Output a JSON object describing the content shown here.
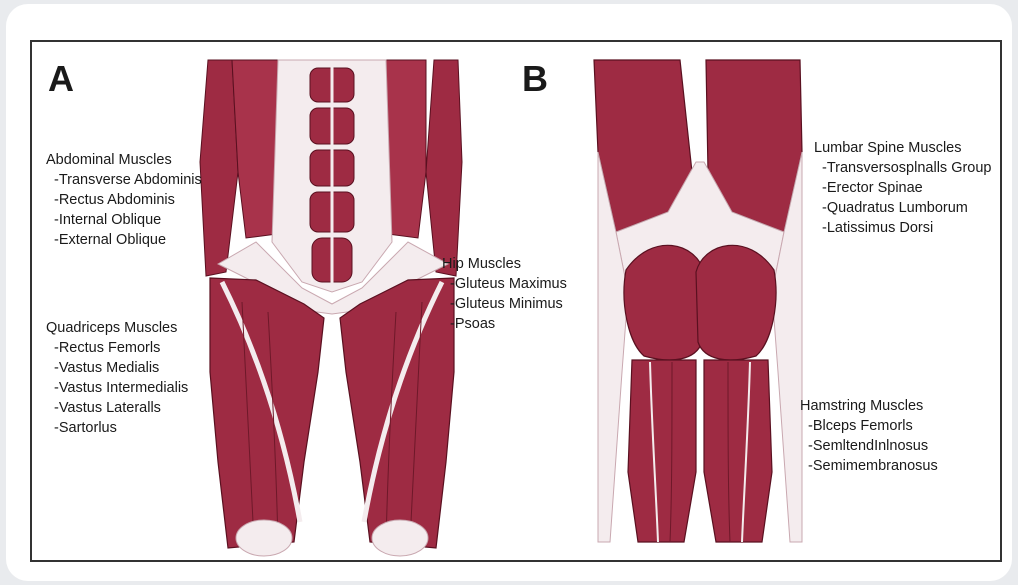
{
  "panels": [
    {
      "letter": "A",
      "label_groups": [
        {
          "title": "Abdominal Muscles",
          "items": [
            "-Transverse Abdominis",
            "-Rectus Abdominis",
            "-Internal Oblique",
            "-External Oblique"
          ]
        },
        {
          "title": "Quadriceps Muscles",
          "items": [
            "-Rectus Femorls",
            "-Vastus Medialis",
            "-Vastus Intermedialis",
            "-Vastus Lateralls",
            "-Sartorlus"
          ]
        },
        {
          "title": "Hip Muscles",
          "items": [
            "-Gluteus Maximus",
            "-Gluteus Minimus",
            "-Psoas"
          ]
        }
      ]
    },
    {
      "letter": "B",
      "label_groups": [
        {
          "title": "Lumbar Spine Muscles",
          "items": [
            "-Transversosplnalls Group",
            "-Erector Spinae",
            "-Quadratus Lumborum",
            "-Latissimus Dorsi"
          ]
        },
        {
          "title": "Hamstring Muscles",
          "items": [
            "-Blceps Femorls",
            "-SemltendInlnosus",
            "-Semimembranosus"
          ]
        }
      ]
    }
  ],
  "colors": {
    "muscle": "#9e2b43",
    "muscle_dark": "#7a1c32",
    "tendon": "#f4ecee",
    "outline": "#5a1020"
  }
}
